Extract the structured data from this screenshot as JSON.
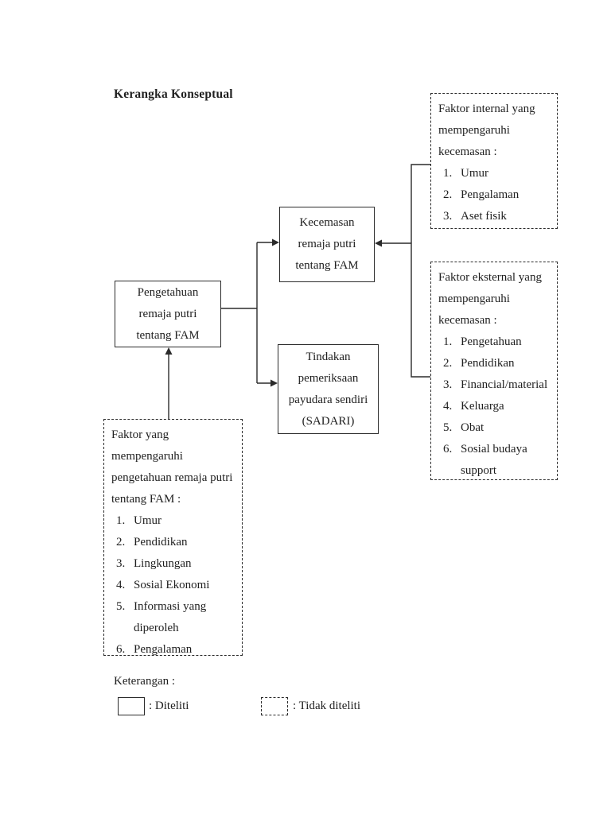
{
  "colors": {
    "background": "#ffffff",
    "ink": "#1f1f1f",
    "line": "#2b2b2b"
  },
  "title": "Kerangka Konseptual",
  "boxes": {
    "pengetahuan": {
      "style": "solid",
      "lines": [
        "Pengetahuan",
        "remaja putri",
        "tentang FAM"
      ]
    },
    "kecemasan": {
      "style": "solid",
      "lines": [
        "Kecemasan",
        "remaja putri",
        "tentang FAM"
      ]
    },
    "tindakan": {
      "style": "solid",
      "lines": [
        "Tindakan",
        "pemeriksaan",
        "payudara sendiri",
        "(SADARI)"
      ]
    },
    "faktor_internal": {
      "style": "dashed",
      "heading_lines": [
        "Faktor internal yang",
        "mempengaruhi",
        "kecemasan :"
      ],
      "items": [
        {
          "num": "1.",
          "text": "Umur"
        },
        {
          "num": "2.",
          "text": "Pengalaman"
        },
        {
          "num": "3.",
          "text": "Aset fisik"
        }
      ]
    },
    "faktor_eksternal": {
      "style": "dashed",
      "heading_lines": [
        "Faktor eksternal yang",
        "mempengaruhi",
        "kecemasan :"
      ],
      "items": [
        {
          "num": "1.",
          "text": "Pengetahuan"
        },
        {
          "num": "2.",
          "text": "Pendidikan"
        },
        {
          "num": "3.",
          "text": "Financial/material"
        },
        {
          "num": "4.",
          "text": "Keluarga"
        },
        {
          "num": "5.",
          "text": "Obat"
        },
        {
          "num": "6.",
          "text": "Sosial budaya support"
        }
      ]
    },
    "faktor_pengetahuan": {
      "style": "dashed",
      "heading_lines": [
        "Faktor yang",
        "mempengaruhi",
        "pengetahuan remaja putri",
        "tentang FAM :"
      ],
      "items": [
        {
          "num": "1.",
          "text": "Umur"
        },
        {
          "num": "2.",
          "text": "Pendidikan"
        },
        {
          "num": "3.",
          "text": "Lingkungan"
        },
        {
          "num": "4.",
          "text": "Sosial Ekonomi"
        },
        {
          "num": "5.",
          "text": "Informasi yang diperoleh"
        },
        {
          "num": "6.",
          "text": "Pengalaman"
        }
      ]
    }
  },
  "legend": {
    "heading": "Keterangan :",
    "solid_label": ": Diteliti",
    "dashed_label": ": Tidak diteliti"
  }
}
